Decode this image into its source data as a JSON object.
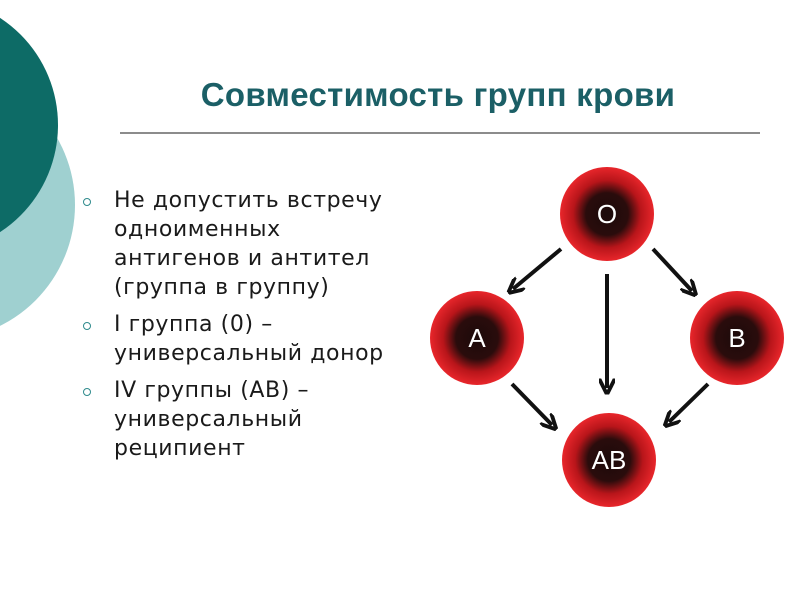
{
  "title": "Совместимость групп крови",
  "bullets": [
    {
      "lines": [
        "Не допустить встречу",
        "одноименных",
        "антигенов и антител",
        "(группа в группу)"
      ]
    },
    {
      "lines": [
        "I группа (0) –",
        "универсальный донор"
      ]
    },
    {
      "lines": [
        "IV группы (АВ) –",
        "универсальный",
        "реципиент"
      ]
    }
  ],
  "diagram": {
    "nodes": {
      "o": "O",
      "a": "A",
      "b": "B",
      "ab": "AB"
    },
    "edges": [
      "O→A",
      "O→B",
      "O→AB",
      "A→AB",
      "B→AB"
    ]
  },
  "colors": {
    "title": "#1b5f66",
    "deco_dark": "#0d6b66",
    "deco_light": "#9fd0d0",
    "node_red": "#e8262b",
    "node_dark": "#1c0a0a"
  }
}
